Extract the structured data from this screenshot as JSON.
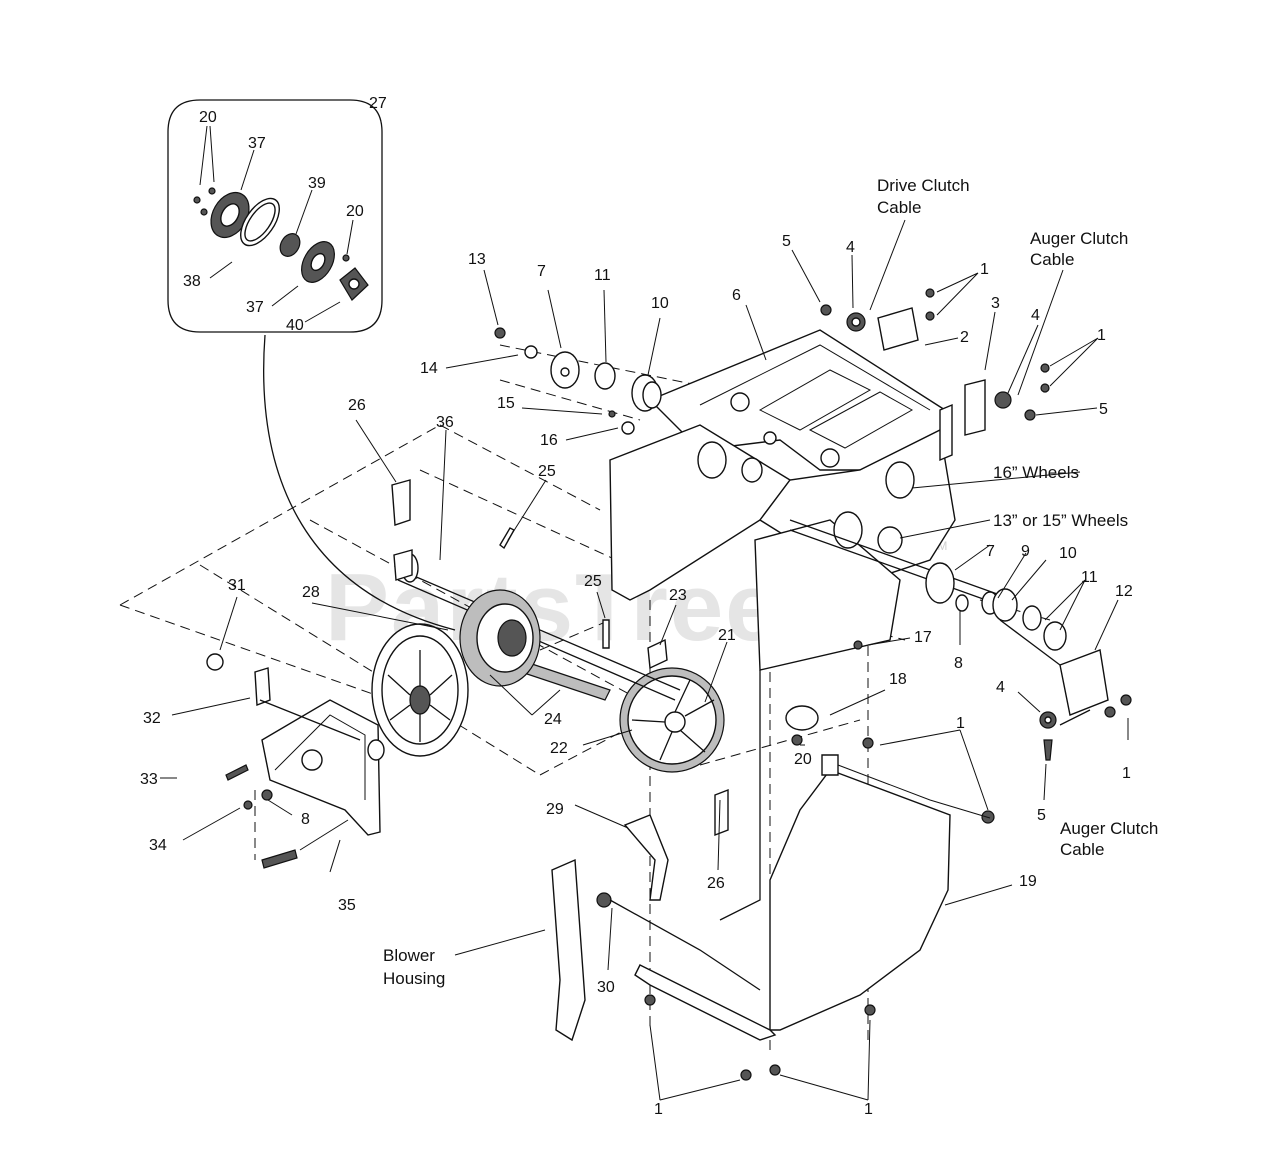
{
  "watermark": {
    "text": "PartsTree",
    "mark": "TM"
  },
  "inset": {
    "callout": "27"
  },
  "callouts": [
    {
      "text": "27"
    },
    {
      "text": "20"
    },
    {
      "text": "37"
    },
    {
      "text": "39"
    },
    {
      "text": "20"
    },
    {
      "text": "38"
    },
    {
      "text": "37"
    },
    {
      "text": "40"
    },
    {
      "text": "13"
    },
    {
      "text": "7"
    },
    {
      "text": "11"
    },
    {
      "text": "10"
    },
    {
      "text": "14"
    },
    {
      "text": "15"
    },
    {
      "text": "16"
    },
    {
      "text": "5"
    },
    {
      "text": "4"
    },
    {
      "text": "1"
    },
    {
      "text": "2"
    },
    {
      "text": "6"
    },
    {
      "text": "3"
    },
    {
      "text": "4"
    },
    {
      "text": "1"
    },
    {
      "text": "5"
    },
    {
      "text": "26"
    },
    {
      "text": "36"
    },
    {
      "text": "25"
    },
    {
      "text": "25"
    },
    {
      "text": "23"
    },
    {
      "text": "21"
    },
    {
      "text": "31"
    },
    {
      "text": "28"
    },
    {
      "text": "32"
    },
    {
      "text": "24"
    },
    {
      "text": "22"
    },
    {
      "text": "33"
    },
    {
      "text": "8"
    },
    {
      "text": "34"
    },
    {
      "text": "35"
    },
    {
      "text": "7"
    },
    {
      "text": "9"
    },
    {
      "text": "10"
    },
    {
      "text": "11"
    },
    {
      "text": "12"
    },
    {
      "text": "8"
    },
    {
      "text": "17"
    },
    {
      "text": "18"
    },
    {
      "text": "4"
    },
    {
      "text": "1"
    },
    {
      "text": "1"
    },
    {
      "text": "5"
    },
    {
      "text": "20"
    },
    {
      "text": "29"
    },
    {
      "text": "26"
    },
    {
      "text": "19"
    },
    {
      "text": "30"
    },
    {
      "text": "1"
    },
    {
      "text": "1"
    }
  ],
  "captions": {
    "drive_clutch_cable": [
      "Drive Clutch",
      "Cable"
    ],
    "auger_clutch_cable_top": [
      "Auger Clutch",
      "Cable"
    ],
    "wheels_16": "16” Wheels",
    "wheels_13_15": "13” or 15” Wheels",
    "auger_clutch_cable_bottom": [
      "Auger Clutch",
      "Cable"
    ],
    "blower_housing": [
      "Blower",
      "Housing"
    ]
  }
}
